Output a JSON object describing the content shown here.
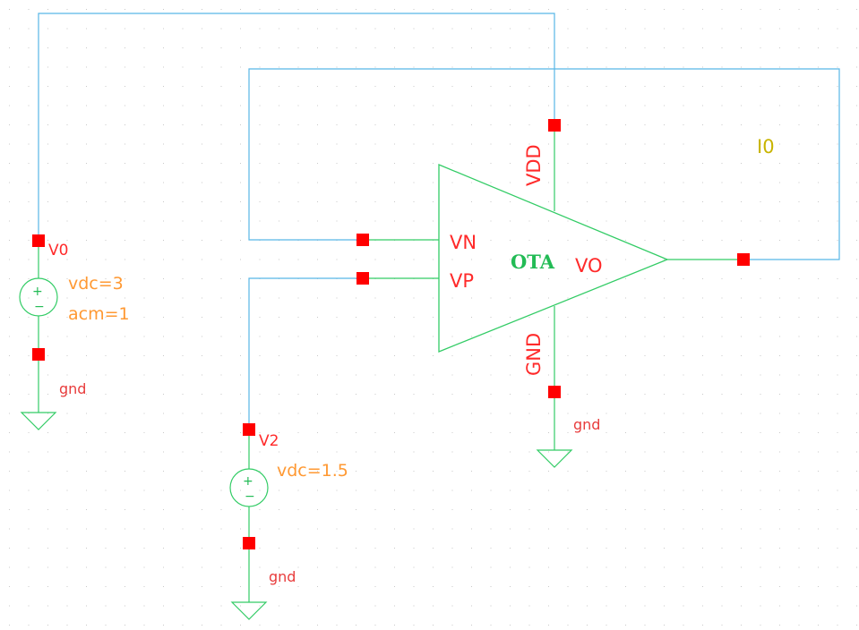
{
  "schematic": {
    "colors": {
      "background": "#ffffff",
      "grid_dot": "#c8c8c8",
      "wire": "#58b6e6",
      "pin": "#ff0000",
      "pin_label": "#ff2a2a",
      "symbol": "#33cc66",
      "symbol_label": "#22bb55",
      "param": "#ff9933",
      "instance_name": "#c8b400",
      "gnd_label": "#e83c3c"
    },
    "ota": {
      "name": "OTA",
      "instance": "I0",
      "pins": {
        "vdd": "VDD",
        "gnd": "GND",
        "vn": "VN",
        "vp": "VP",
        "vo": "VO"
      }
    },
    "source_v0": {
      "name": "V0",
      "params": [
        "vdc=3",
        "acm=1"
      ],
      "ground": "gnd"
    },
    "source_v2": {
      "name": "V2",
      "params": [
        "vdc=1.5"
      ],
      "ground": "gnd"
    },
    "ota_ground": "gnd",
    "icons": [
      "plus-icon",
      "minus-icon",
      "ground-icon"
    ]
  }
}
